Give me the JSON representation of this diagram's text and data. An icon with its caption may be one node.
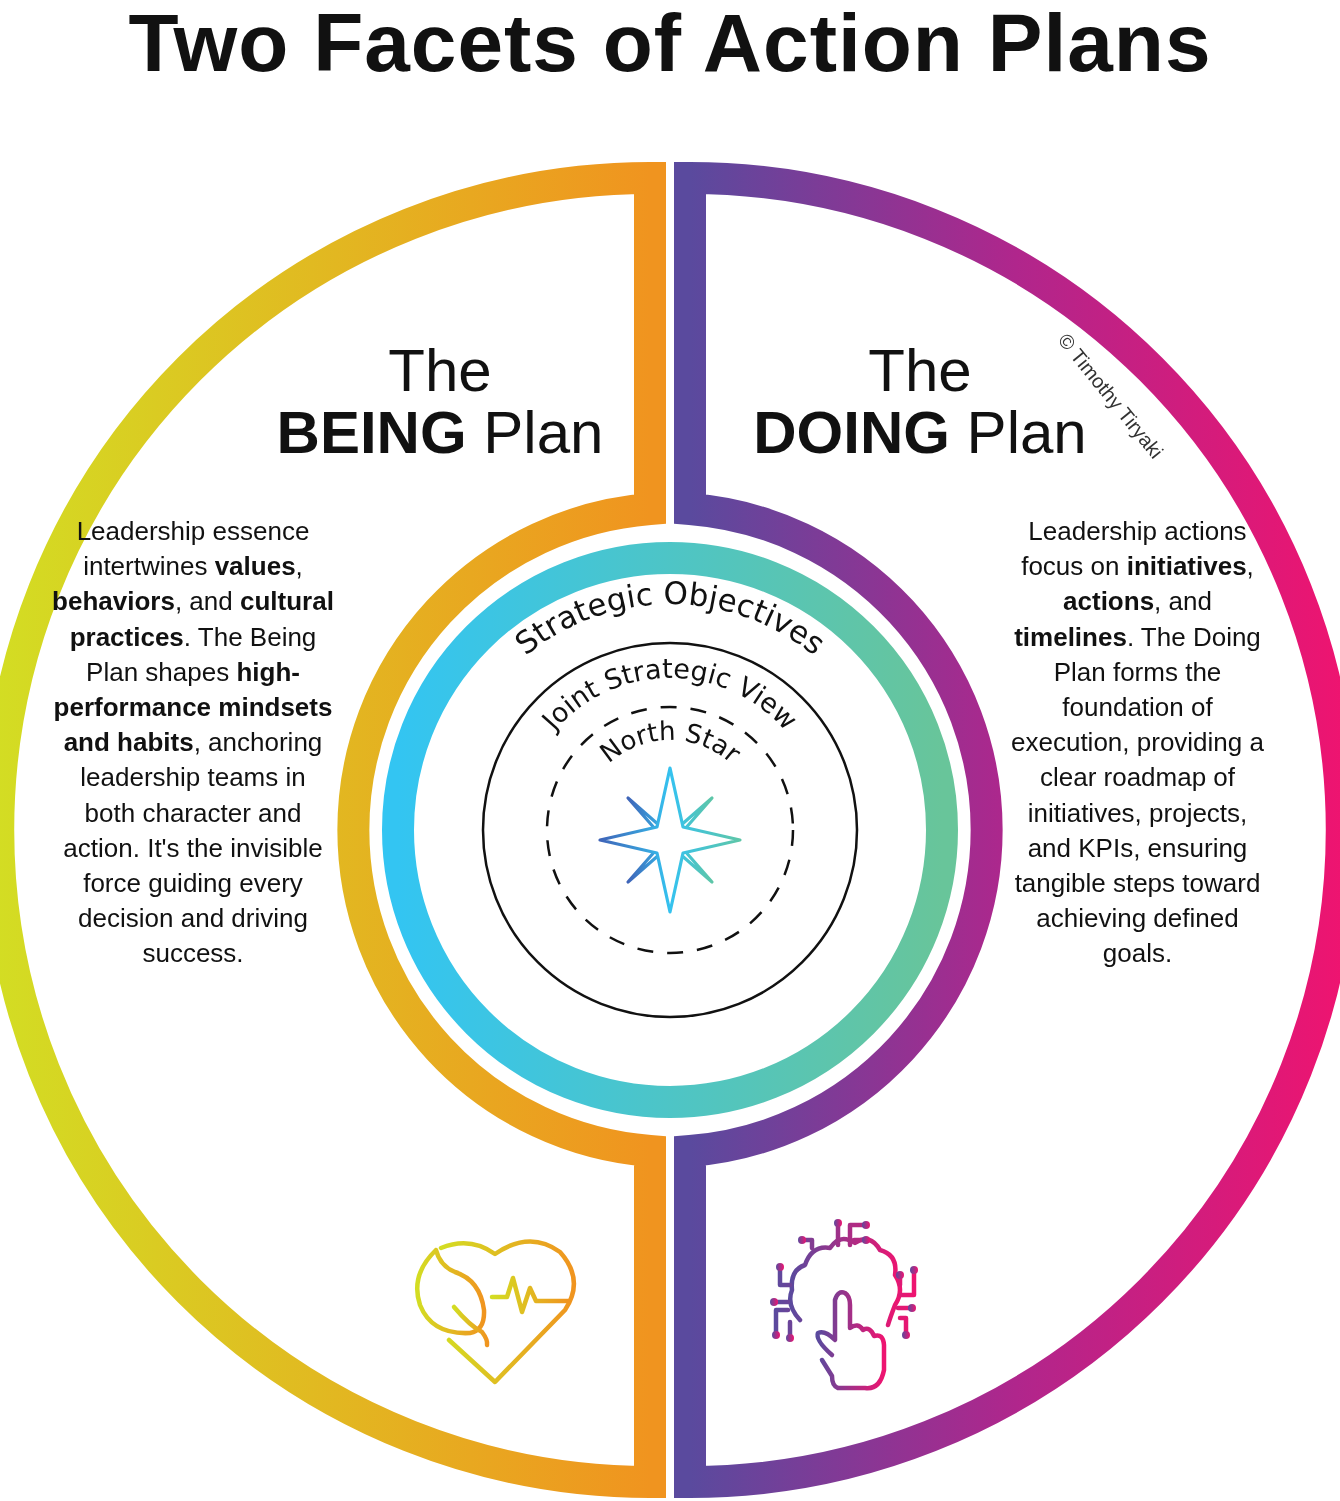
{
  "diagram": {
    "title": "Two Facets of Action Plans",
    "nodes": [
      {
        "text": [
          "The",
          "**BEING** Plan",
          "Leadership essence intertwines **values**, **behaviors**, and **cultural practices**. The Being Plan shapes **high-performance mindsets and habits**, anchoring leadership teams in both character and action. It's the invisible force guiding every decision and driving success."
        ]
      },
      {
        "text": [
          "The",
          "**DOING** Plan",
          "Leadership actions focus on **initiatives**, **actions**, and **timelines**. The Doing Plan forms the foundation of execution, providing a clear roadmap of initiatives, projects, and KPIs, ensuring tangible steps toward achieving defined goals."
        ]
      },
      {
        "text": [
          "Strategic Objectives"
        ]
      },
      {
        "text": [
          "Joint Strategic View"
        ],
        "in": 2
      },
      {
        "text": [
          "North Star"
        ],
        "in": 3
      }
    ],
    "edges": [],
    "labels": [
      "© Timothy Tiryaki"
    ]
  }
}
